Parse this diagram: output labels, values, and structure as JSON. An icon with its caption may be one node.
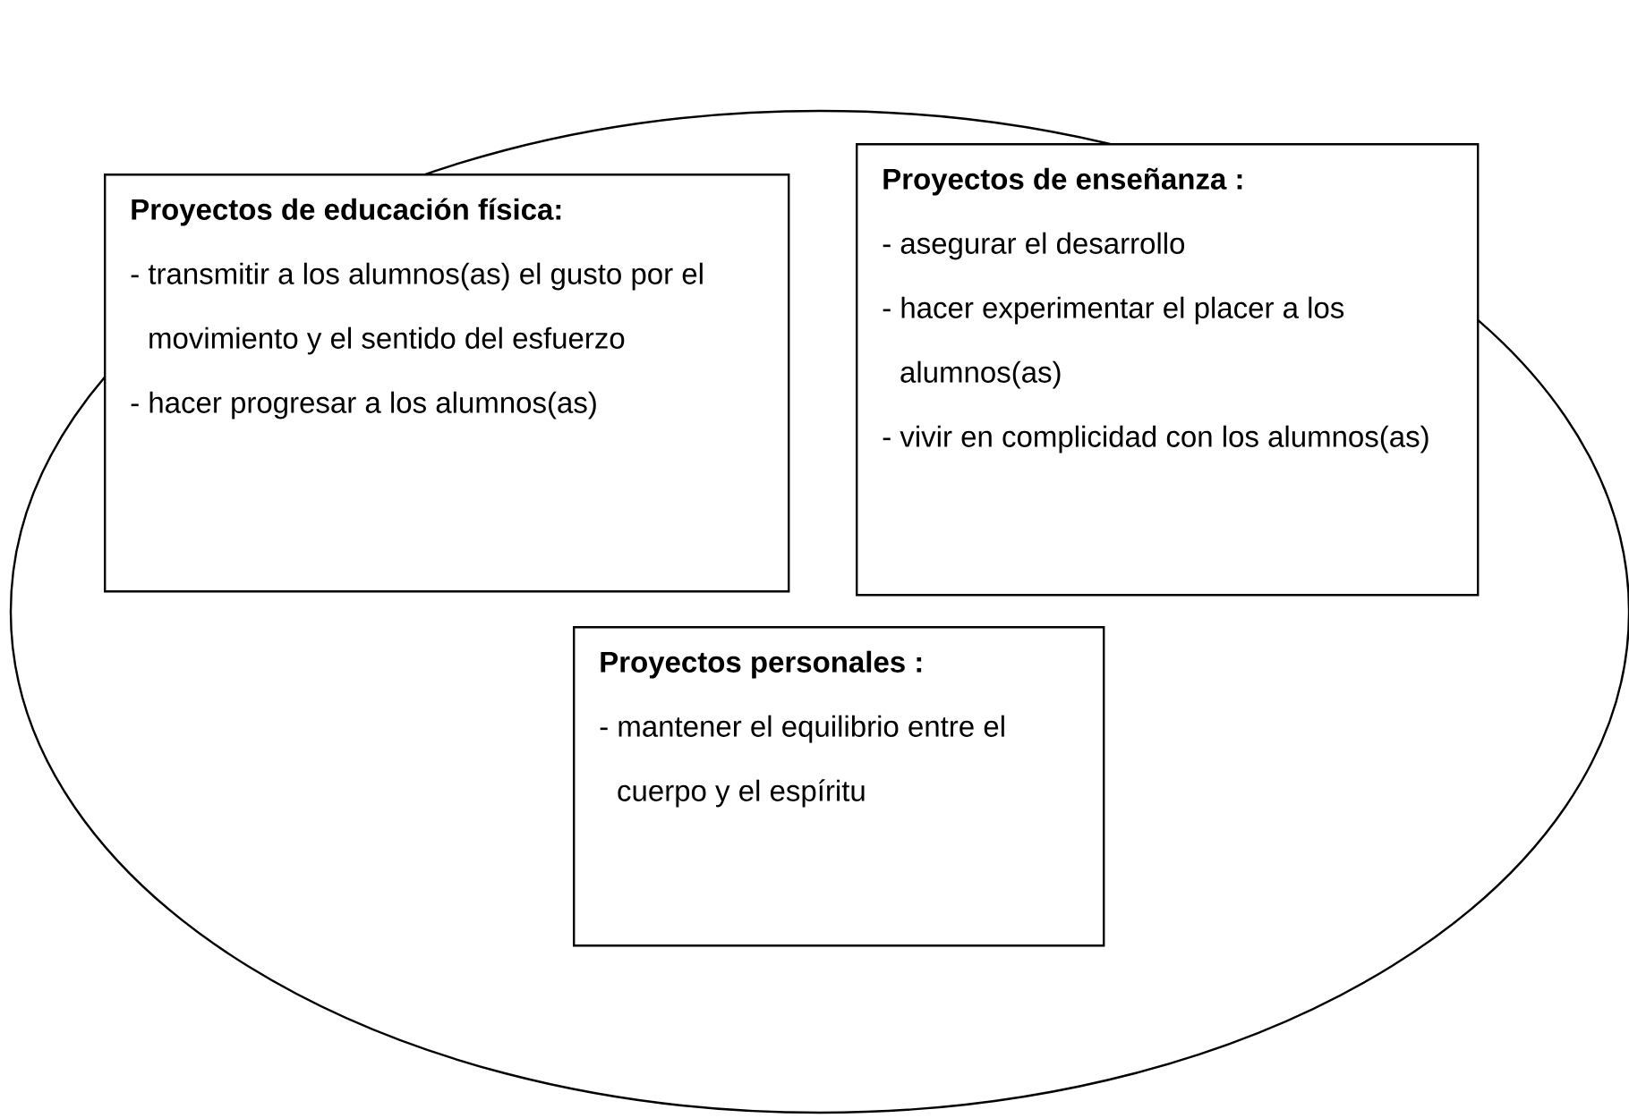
{
  "diagram": {
    "nodes": [
      {
        "text": [],
        "shape": "ellipse"
      },
      {
        "text": [
          "Proyectos de educación física:",
          "- transmitir a los alumnos(as) el gusto por el movimiento y el sentido del esfuerzo",
          "- hacer progresar a los alumnos(as)"
        ],
        "in": 0
      },
      {
        "text": [
          "Proyectos de enseñanza :",
          "- asegurar el desarrollo",
          "- hacer experimentar el placer a los alumnos(as)",
          "- vivir en complicidad con los alumnos(as)"
        ],
        "in": 0
      },
      {
        "text": [
          "Proyectos personales :",
          "- mantener el equilibrio entre el cuerpo y el espíritu"
        ],
        "in": 0
      }
    ]
  }
}
